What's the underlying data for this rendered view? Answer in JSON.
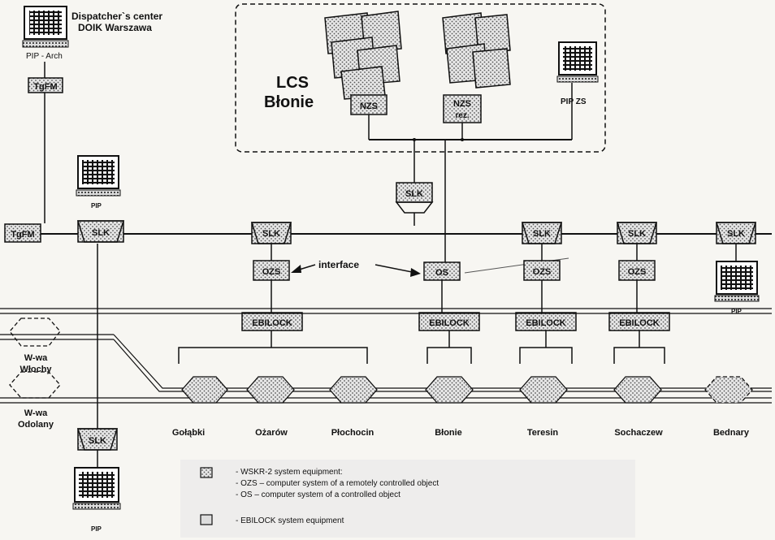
{
  "dispatcher": {
    "title_line1": "Dispatcher`s center",
    "title_line2": "DOIK Warszawa",
    "pip_arch": "PIP - Arch",
    "tgfm": "TgFM"
  },
  "lcs": {
    "title_line1": "LCS",
    "title_line2": "Błonie",
    "nzs_main": "NZS",
    "nzs_rez_line1": "NZS",
    "nzs_rez_line2": "rez.",
    "pip_zs": "PIP ZS",
    "slk": "SLK"
  },
  "left": {
    "tgfm": "TgFM",
    "slk": "SLK",
    "pip": "PIP"
  },
  "interface_label": "interface",
  "units": {
    "slk": "SLK",
    "ozs": "OZS",
    "os": "OS",
    "ebilock": "EBILOCK",
    "pip": "PIP"
  },
  "stations": {
    "wwa_wlochy_line1": "W-wa",
    "wwa_wlochy_line2": "Włochy",
    "wwa_odolany_line1": "W-wa",
    "wwa_odolany_line2": "Odolany",
    "golabki": "Gołąbki",
    "ozarow": "Ożarów",
    "plochocin": "Płochocin",
    "blonie": "Błonie",
    "teresin": "Teresin",
    "sochaczew": "Sochaczew",
    "bednary": "Bednary"
  },
  "bottom_left": {
    "slk": "SLK",
    "pip": "PIP"
  },
  "legend": {
    "wskr_line1": "- WSKR-2 system equipment:",
    "wskr_line2": "- OZS – computer system of a remotely controlled object",
    "wskr_line3": "- OS   – computer system of a controlled object",
    "ebilock": "- EBILOCK system equipment"
  }
}
